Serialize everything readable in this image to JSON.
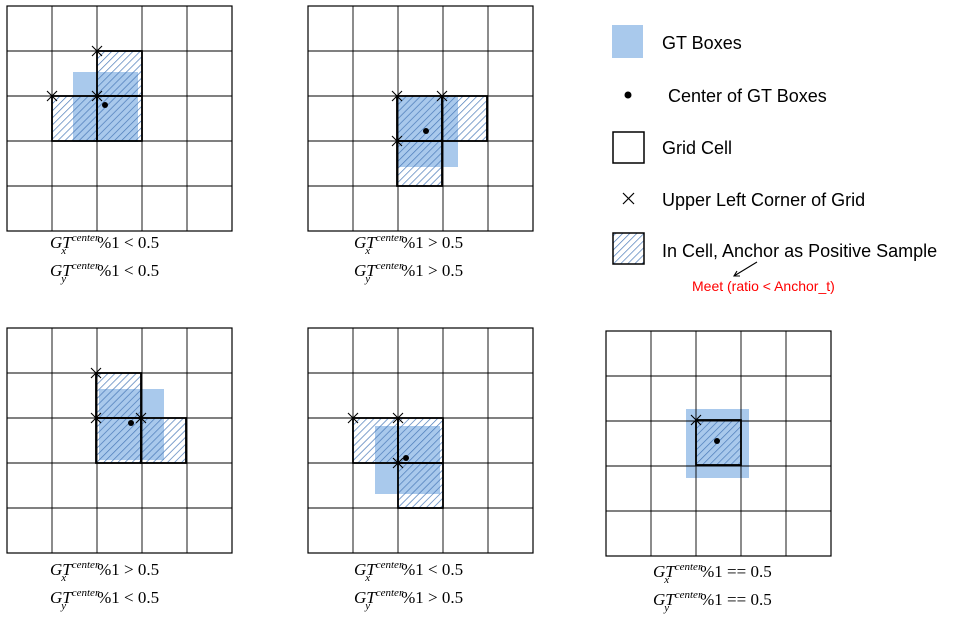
{
  "colors": {
    "gt_box": "#a9c9ec",
    "hatch": "#4a7ab8",
    "grid_line": "#000000",
    "note": "#ff0000",
    "center": "#000000"
  },
  "legend": [
    {
      "icon": "gt-box",
      "label": "GT Boxes"
    },
    {
      "icon": "center-dot",
      "label": "Center of GT Boxes"
    },
    {
      "icon": "grid-cell",
      "label": "Grid Cell"
    },
    {
      "icon": "cross",
      "label": "Upper Left Corner of Grid"
    },
    {
      "icon": "hatched-cell",
      "label": "In Cell, Anchor as Positive Sample"
    }
  ],
  "note": {
    "label": "Meet (ratio < Anchor_t)"
  },
  "caption_parts": {
    "gt": "GT",
    "sup": "center",
    "sub_x": "x",
    "sub_y": "y",
    "mod": "%1"
  },
  "panels": [
    {
      "id": "panel-1",
      "x_op": "< 0.5",
      "y_op": "< 0.5"
    },
    {
      "id": "panel-2",
      "x_op": "> 0.5",
      "y_op": "> 0.5"
    },
    {
      "id": "panel-3",
      "x_op": "> 0.5",
      "y_op": "< 0.5"
    },
    {
      "id": "panel-4",
      "x_op": "< 0.5",
      "y_op": "> 0.5"
    },
    {
      "id": "panel-5",
      "x_op": "== 0.5",
      "y_op": "== 0.5"
    }
  ]
}
